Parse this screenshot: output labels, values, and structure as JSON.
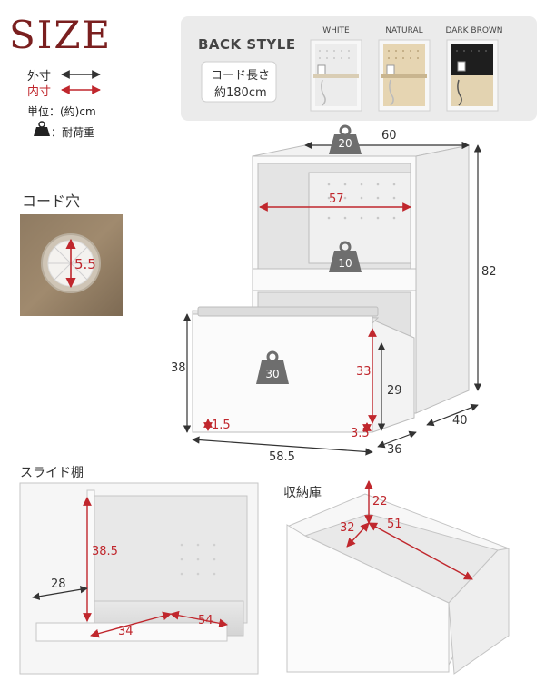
{
  "title": "SIZE",
  "legend": {
    "outer": "外寸",
    "inner": "内寸",
    "unit": "単位：(約)cm",
    "load": "：耐荷重"
  },
  "back_style": {
    "heading": "BACK STYLE",
    "cord_line1": "コード長さ",
    "cord_line2": "約180cm",
    "colors": [
      {
        "name": "WHITE",
        "panel": "#f2f2f2",
        "frame": "#ffffff"
      },
      {
        "name": "NATURAL",
        "panel": "#e8d9b8",
        "frame": "#f4f4f4"
      },
      {
        "name": "DARK BROWN",
        "panel": "#222222",
        "frame": "#f4f4f4"
      }
    ]
  },
  "cord_hole": {
    "label": "コード穴",
    "diameter": "5.5"
  },
  "main_dims": {
    "width_outer": "60",
    "height_outer": "82",
    "depth_outer": "40",
    "top_load": "20",
    "top_inner_width": "57",
    "middle_load": "10",
    "drawer_load": "30",
    "drawer_height_outer": "38",
    "drawer_inner_height": "33",
    "lower_opening_height": "29",
    "drawer_width_outer": "58.5",
    "drawer_depth_outer": "36",
    "drawer_bottom_gap": "1.5",
    "drawer_bottom_thickness": "3.5"
  },
  "slide_shelf": {
    "label": "スライド棚",
    "height": "38.5",
    "front_height": "28",
    "depth": "34",
    "width": "54"
  },
  "storage": {
    "label": "収納庫",
    "height": "22",
    "depth": "32",
    "width": "51"
  }
}
